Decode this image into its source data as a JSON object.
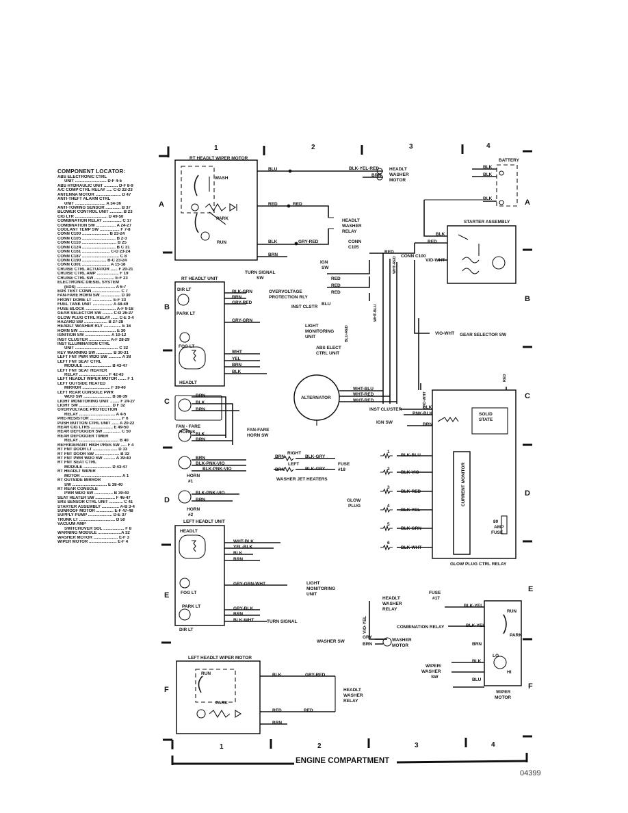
{
  "grid": {
    "columns": [
      "1",
      "2",
      "3",
      "4"
    ],
    "rows": [
      "A",
      "B",
      "C",
      "D",
      "E",
      "F"
    ]
  },
  "footer": {
    "section_label": "ENGINE COMPARTMENT",
    "figure_number": "04399"
  },
  "locator": {
    "title": "COMPONENT LOCATOR:",
    "entries": [
      "ABS ELECTRONIC CTRL",
      "UNIT ........................... D-F 4-5",
      "ABS HYDRAULIC UNIT ............ D-F 8-9",
      "A/C COMP CTRL RELAY ..... C-D 22-23",
      "ANTENNA MOTOR ...................... D 47",
      "ANTI-THEFT ALARM CTRL",
      "UNIT .......................... A 34-36",
      "ANTI-TOWING SENSOR ............. B 37",
      "BLOWER CONTROL UNIT ........... B 23",
      "CIG LTR ............................ D 49-50",
      "COMBINATION RELAY ................ C 17",
      "COMBINATION SW ................. A 24-27",
      "COOLANT TEMP SW ................. F 7-8",
      "CONN C100 ....................... B 23-24",
      "CONN C105 ............................. B 2-3",
      "CONN C110 .............................. B 25",
      "CONN C124 ............................. B C 31",
      "CONN C161 ........................ C-D 23-24",
      "CONN C187 ................................ C 8",
      "CONN C190 ..................... B-C 23-24",
      "CONN C301 ........................ A 15-18",
      "CRUISE CTRL ACTUATOR ...... F 20-21",
      "CRUISE CTRL AMP ................... F 19",
      "CRUISE CTRL SW ................. E-F 23",
      "ELECTRONIC DIESEL SYSTEM",
      "(EDS) ................................. A 6-7",
      "EDS TEST CONN ........................ C 7",
      "FAN-FARE HORN SW ................. D 30",
      "FRONT DOME LT ................. E-F 33",
      "FUEL TANK UNIT ................. A 48-49",
      "FUSE BLOCK .......................... A-F 9-18",
      "GEAR SELECTOR SW ......... C-D 26-27",
      "GLOW PLUG CTRL RELAY ...... C-E 3-4",
      "HAZARD SW .................... B 27-28",
      "HEADLT WASHER RLY ............... E 16",
      "HORN SW ................................ E 30",
      "IGNITION SW ...................... A 10-12",
      "INST CLUSTER .................. A-F 28-29",
      "INST ILLUMINATION CTRL",
      "UNIT ..................................... C 32",
      "KEY WARNING SW .............. B 30-31",
      "LEFT FNT PWR WDO SW ........... A 38",
      "LEFT FNT SEAT CTRL",
      "MODULE ........................ B 43-47",
      "LEFT FNT SEAT HEATER",
      "RELAY ......................... F 42-43",
      "LEFT HEADLT WIPER MOTOR ....... F 1",
      "LEFT OUTSIDE HEATED",
      "MIRROR ........................ F 39-40",
      "LEFT REAR CONSOLE PWR",
      "WDO SW ........................ B 38-39",
      "LIGHT MONITORING UNIT ........ F 24-27",
      "LIGHT SW ............................ D F 32",
      "OVERVOLTAGE PROTECTION",
      "RELAY ............................... A 4-5",
      "PRE-RESISTOR ........................... F 6",
      "PUSH BUTTON CTRL UNIT ...... A 20-22",
      "REAR CIG LTRS ................... E 49-50",
      "REAR DEFOGGER SW ............... C 50",
      "REAR DEFOGGER TIMER",
      "RELAY .................................. B 40",
      "REFRIGERANT HIGH PRES SW ..... F 4",
      "RT FNT DOOR LT ..................... D 33",
      "RT FNT DOOR SW ..................... B 32",
      "RT FNT PWR WDO SW .......... A 39-40",
      "RT FNT SEAT CTRL",
      "MODULE ........................ D 43-47",
      "RT HEADLT WIPER",
      "MOTOR ................................... A 1",
      "RT OUTSIDE MIRROR",
      "SW .............................. E 38-40",
      "RT REAR CONSOLE",
      "PWR WDO SW ................ B 39-40",
      "SEAT HEATER SW ................. F 46-47",
      "SRS SENSOR CTRL UNIT ............ C 41",
      "STARTER ASSEMBLY ............... A-B 3-4",
      "SUNROOF MOTOR ............... E-F 47-48",
      "SUPPLY PUMP ..................... D-E 37",
      "TRUNK LT ............................... D 50",
      "VACUUM AMP",
      "SWITCHOVER SOL .................. F 8",
      "WARNING MODULE ....................A 32",
      "WASHER MOTOR ..................... E-F 3",
      "WIPER MOTOR ........................ E-F 4"
    ]
  },
  "components": {
    "rt_headlt_wiper_motor": "RT HEADLT WIPER MOTOR",
    "wash": "WASH",
    "park": "PARK",
    "run": "RUN",
    "headlt_washer_motor": [
      "HEADLT",
      "WASHER",
      "MOTOR"
    ],
    "headlt_washer_relay": [
      "HEADLT",
      "WASHER",
      "RELAY"
    ],
    "battery": "BATTERY",
    "starter_assembly": "STARTER ASSEMBLY",
    "conn_c105": [
      "CONN",
      "C105"
    ],
    "conn_c100": "CONN C100",
    "ign_sw": [
      "IGN",
      "SW"
    ],
    "turn_signal_sw": [
      "TURN SIGNAL",
      "SW"
    ],
    "rt_headlt_unit": "RT HEADLT UNIT",
    "dir_lt": "DIR LT",
    "park_lt": "PARK LT",
    "fog_lt": "FOG LT",
    "headlt": "HEADLT",
    "overvoltage_relay": [
      "OVERVOLTAGE",
      "PROTECTION RLY"
    ],
    "inst_clstr": "INST CLSTR",
    "light_monitoring_unit": [
      "LIGHT",
      "MONITORING",
      "UNIT"
    ],
    "abs_elect_ctrl_unit": [
      "ABS ELECT",
      "CTRL UNIT"
    ],
    "gear_selector_sw": "GEAR SELECTOR SW",
    "alternator": "ALTERNATOR",
    "inst_cluster": "INST CLUSTER",
    "ign_sw_2": "IGN SW",
    "solid_state": [
      "SOLID",
      "STATE"
    ],
    "fan_fare_horns": [
      "FAN - FARE",
      "HORNS"
    ],
    "fan_fare_horn_sw": [
      "FAN-FARE",
      "HORN SW"
    ],
    "horn_1": [
      "HORN",
      "#1"
    ],
    "horn_2": [
      "HORN",
      "#2"
    ],
    "right": "RIGHT",
    "left": "LEFT",
    "fuse_18": [
      "FUSE",
      "#18"
    ],
    "washer_jet_heaters": "WASHER JET HEATERS",
    "glow_plug": [
      "GLOW",
      "PLUG"
    ],
    "current_monitor": "CURRENT MONITOR",
    "amp_fuse_80": [
      "80",
      "AMP",
      "FUSE"
    ],
    "glow_plug_ctrl_relay": "GLOW PLUG CTRL RELAY",
    "left_headlt_unit": "LEFT HEADLT UNIT",
    "left_headlt_wiper_motor": "LEFT HEADLT WIPER MOTOR",
    "fuse_17": [
      "FUSE",
      "#17"
    ],
    "combination_relay": "COMBINATION RELAY",
    "washer_sw": "WASHER SW",
    "washer_motor": [
      "WASHER",
      "MOTOR"
    ],
    "wiper_washer_sw": [
      "WIPER/",
      "WASHER",
      "SW"
    ],
    "wiper_motor": [
      "WIPER",
      "MOTOR"
    ],
    "lo": "LO",
    "hi": "HI"
  },
  "wire_labels": {
    "blu": "BLU",
    "blk": "BLK",
    "red": "RED",
    "brn": "BRN",
    "yel": "YEL",
    "wht": "WHT",
    "blk_yel_red": "BLK-YEL-RED",
    "gry_red": "GRY-RED",
    "vio_wht": "VIO-WHT",
    "blk_grn": "BLK-GRN",
    "gry_grn": "GRY-GRN",
    "blk_yel": "BLK-YEL",
    "wht_blu": "WHT-BLU",
    "wht_red": "WHT-RED",
    "wht_blk": "WHT-BLK",
    "blu_red": "BLU-RED",
    "pnk_blk": "PNK-BLK",
    "blk_pnk_vio": "BLK-PNK-VIO",
    "blk_gry": "BLK-GRY",
    "blk_blu": "BLK-BLU",
    "blk_vio": "BLK-VIO",
    "blk_red": "BLK-RED",
    "blk_wht": "BLK-WHT",
    "yel_blk": "YEL-BLK",
    "gry_grn_wht": "GRY-GRN-WHT",
    "gry_blk": "GRY-BLK",
    "vio_yel": "VIO-YEL",
    "gry": "GRY"
  },
  "glow_plug_numbers": [
    "1",
    "2",
    "3",
    "4",
    "5",
    "6"
  ],
  "glow_plug_wires": [
    "BLK-BLU",
    "BLK-VIO",
    "BLK-RED",
    "BLK-YEL",
    "BLK-GRN",
    "BLK-WHT"
  ]
}
